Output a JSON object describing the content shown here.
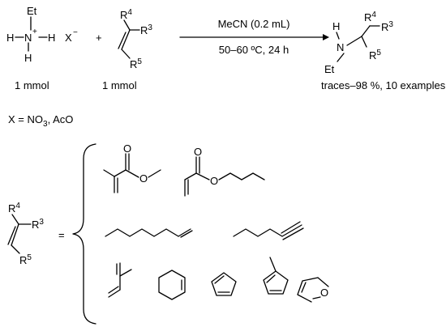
{
  "reaction": {
    "conditions_top": "MeCN (0.2 mL)",
    "conditions_bottom": "50–60 ºC, 24 h",
    "amount_salt": "1 mmol",
    "amount_alkene": "1 mmol",
    "yield_note": "traces–98 %, 10 examples",
    "plus": "+",
    "salt": {
      "et": "Et",
      "h_left": "H",
      "n": "N",
      "charge": "+",
      "h_right": "H",
      "h_bottom": "H",
      "anion": "X",
      "anion_charge": "−"
    },
    "alkene": {
      "r4": "R",
      "r4_sub": "4",
      "r3": "R",
      "r3_sub": "3",
      "r5": "R",
      "r5_sub": "5"
    },
    "product": {
      "h": "H",
      "n": "N",
      "et": "Et",
      "r4": "R",
      "r4_sub": "4",
      "r3": "R",
      "r3_sub": "3",
      "r5": "R",
      "r5_sub": "5"
    }
  },
  "anion_definition": {
    "prefix": "X = NO",
    "sub": "3",
    "suffix": ", AcO"
  },
  "scope": {
    "equals": "=",
    "generic": {
      "r4": "R",
      "r4_sub": "4",
      "r3": "R",
      "r3_sub": "3",
      "r5": "R",
      "r5_sub": "5"
    },
    "atoms": {
      "o": "O"
    }
  },
  "colors": {
    "ink": "#000000",
    "background": "#ffffff"
  }
}
